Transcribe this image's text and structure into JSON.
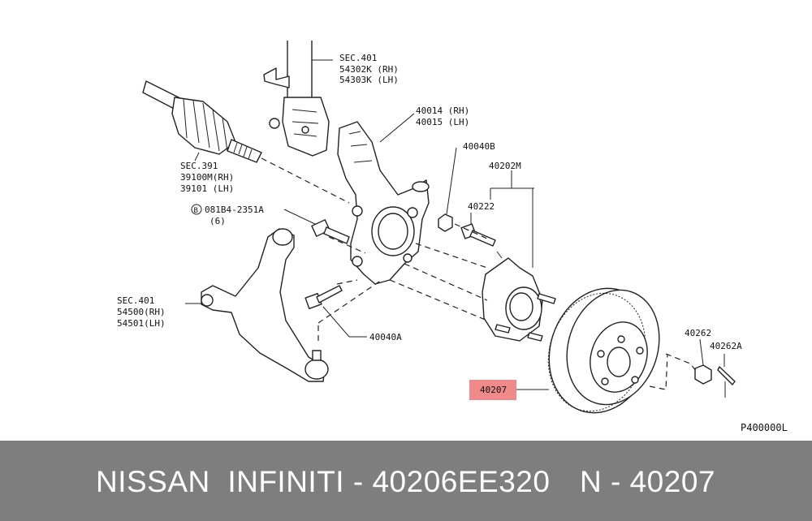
{
  "diagram": {
    "labels": {
      "sec401_top": "SEC.401",
      "p54302k": "54302K (RH)",
      "p54303k": "54303K (LH)",
      "p40014": "40014 (RH)",
      "p40015": "40015 (LH)",
      "p40040b": "40040B",
      "p40202m": "40202M",
      "p40222": "40222",
      "sec391": "SEC.391",
      "p39100m": "39100M(RH)",
      "p39101": "39101  (LH)",
      "bolt_ref_circle": "B",
      "bolt_ref": "081B4-2351A",
      "bolt_qty": "(6)",
      "sec401_bottom": "SEC.401",
      "p54500": "54500(RH)",
      "p54501": "54501(LH)",
      "p40040a": "40040A",
      "p40262": "40262",
      "p40262a": "40262A",
      "p40207": "40207",
      "code": "P400000L"
    },
    "highlight_color": "#f08a8a"
  },
  "footer": {
    "left_text": "NISSAN  INFINITI - 40206EE320",
    "right_text": "N - 40207",
    "background": "#7e7e7e"
  }
}
